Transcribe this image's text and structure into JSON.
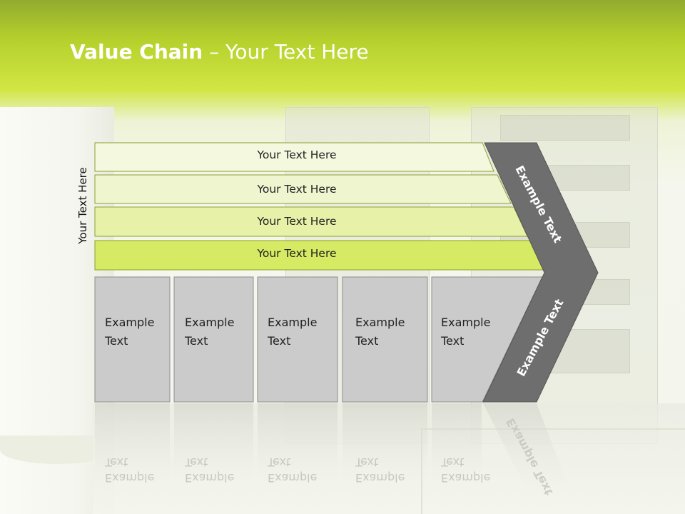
{
  "slide": {
    "title_bold": "Value Chain",
    "title_rest": " – Your Text Here",
    "vertical_label": "Your Text Here"
  },
  "rows": [
    {
      "label": "Your Text Here",
      "color": "#f3f8de"
    },
    {
      "label": "Your Text Here",
      "color": "#eff6cf"
    },
    {
      "label": "Your Text Here",
      "color": "#e7f2a8"
    },
    {
      "label": "Your Text Here",
      "color": "#d7ea63"
    }
  ],
  "boxes": [
    {
      "line1": "Example",
      "line2": "Text"
    },
    {
      "line1": "Example",
      "line2": "Text"
    },
    {
      "line1": "Example",
      "line2": "Text"
    },
    {
      "line1": "Example",
      "line2": "Text"
    },
    {
      "line1": "Example",
      "line2": "Text"
    }
  ],
  "chevron": {
    "upper_label": "Example Text",
    "lower_label": "Example Text",
    "color": "#6e6e6e"
  },
  "colors": {
    "box_fill": "#cbcbcb",
    "box_border": "#8c8c8c",
    "row_border": "#8aa030"
  }
}
